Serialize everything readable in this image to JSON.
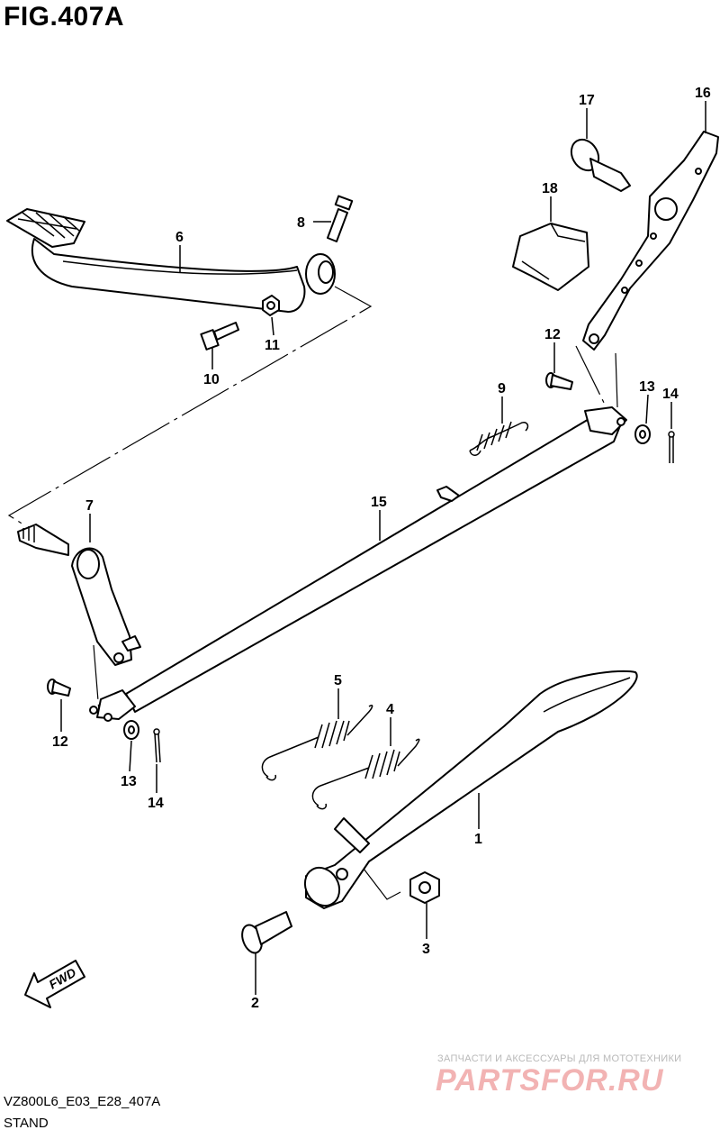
{
  "figure": {
    "title": "FIG.407A",
    "code": "VZ800L6_E03_E28_407A",
    "name": "STAND"
  },
  "watermark": {
    "line1": "ЗАПЧАСТИ И АКСЕССУАРЫ ДЛЯ МОТОТЕХНИКИ",
    "line2": "PARTSFOR.RU"
  },
  "direction_label": "FWD",
  "callouts": [
    {
      "id": "label-1",
      "text": "1"
    },
    {
      "id": "label-2",
      "text": "2"
    },
    {
      "id": "label-3",
      "text": "3"
    },
    {
      "id": "label-4",
      "text": "4"
    },
    {
      "id": "label-5",
      "text": "5"
    },
    {
      "id": "label-6",
      "text": "6"
    },
    {
      "id": "label-7",
      "text": "7"
    },
    {
      "id": "label-8",
      "text": "8"
    },
    {
      "id": "label-9",
      "text": "9"
    },
    {
      "id": "label-10",
      "text": "10"
    },
    {
      "id": "label-11",
      "text": "11"
    },
    {
      "id": "label-12a",
      "text": "12"
    },
    {
      "id": "label-12b",
      "text": "12"
    },
    {
      "id": "label-13a",
      "text": "13"
    },
    {
      "id": "label-13b",
      "text": "13"
    },
    {
      "id": "label-14a",
      "text": "14"
    },
    {
      "id": "label-14b",
      "text": "14"
    },
    {
      "id": "label-15",
      "text": "15"
    },
    {
      "id": "label-16",
      "text": "16"
    },
    {
      "id": "label-17",
      "text": "17"
    },
    {
      "id": "label-18",
      "text": "18"
    }
  ],
  "colors": {
    "line": "#000000",
    "background": "#ffffff",
    "watermark_red": "#f2b3b3",
    "watermark_gray": "#b9b9b9"
  }
}
